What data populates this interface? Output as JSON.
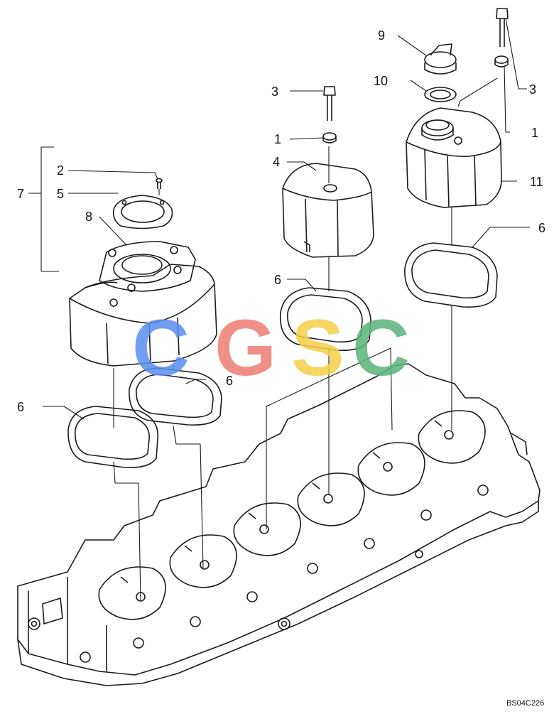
{
  "callouts": {
    "c1_mid": "1",
    "c1_right": "1",
    "c2": "2",
    "c3_mid": "3",
    "c3_right": "3",
    "c4": "4",
    "c5": "5",
    "c6_leftlow": "6",
    "c6_left": "6",
    "c6_mid": "6",
    "c6_right": "6",
    "c7": "7",
    "c8": "8",
    "c9": "9",
    "c10": "10",
    "c11": "11"
  },
  "figure_code": "BS04C226",
  "watermark": {
    "letters": [
      "C",
      "G",
      "S",
      "C"
    ],
    "colors": [
      "#5b8ff0",
      "#ee7d73",
      "#f5cf4a",
      "#5bb47c"
    ]
  }
}
